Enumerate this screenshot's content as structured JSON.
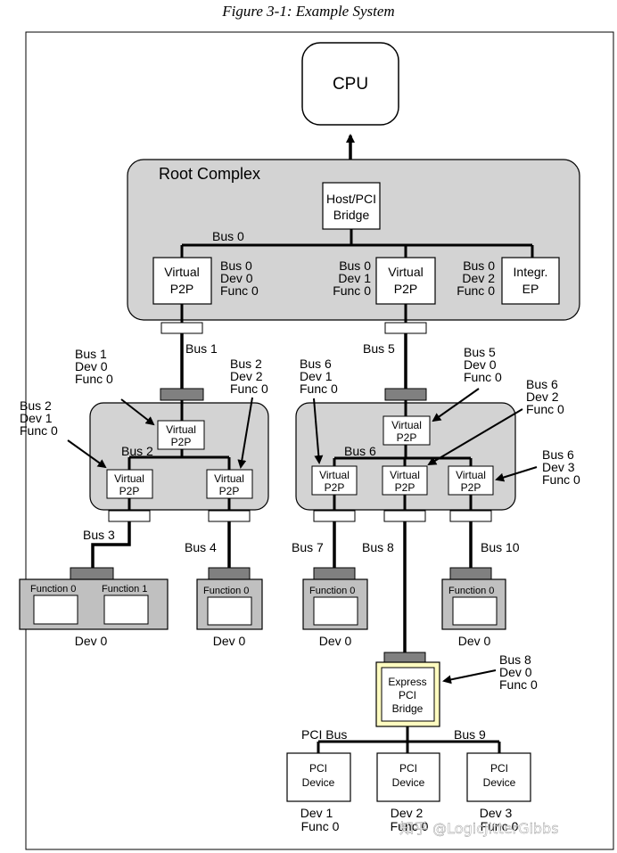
{
  "caption": "Figure 3-1: Example System",
  "cpu": "CPU",
  "root_complex": "Root Complex",
  "host_bridge": [
    "Host/PCI",
    "Bridge"
  ],
  "bus0": "Bus 0",
  "rc_p2p_left": {
    "label": [
      "Virtual",
      "P2P"
    ],
    "bdf": [
      "Bus 0",
      "Dev 0",
      "Func 0"
    ]
  },
  "rc_p2p_mid": {
    "label": [
      "Virtual",
      "P2P"
    ],
    "bdf": [
      "Bus 0",
      "Dev 1",
      "Func 0"
    ]
  },
  "rc_ep": {
    "label": [
      "Integr.",
      "EP"
    ],
    "bdf": [
      "Bus 0",
      "Dev 2",
      "Func 0"
    ]
  },
  "bus1": "Bus 1",
  "bus5": "Bus 5",
  "left_switch": {
    "upstream_bdf": [
      "Bus 1",
      "Dev 0",
      "Func 0"
    ],
    "down_left_bdf": [
      "Bus 2",
      "Dev 1",
      "Func 0"
    ],
    "down_right_bdf": [
      "Bus 2",
      "Dev 2",
      "Func 0"
    ],
    "internal_bus": "Bus 2",
    "p2p_label": [
      "Virtual",
      "P2P"
    ]
  },
  "right_switch": {
    "upstream_bdf": [
      "Bus 5",
      "Dev 0",
      "Func 0"
    ],
    "down1_bdf": [
      "Bus 6",
      "Dev 1",
      "Func 0"
    ],
    "down2_bdf": [
      "Bus 6",
      "Dev 2",
      "Func 0"
    ],
    "down3_bdf": [
      "Bus 6",
      "Dev 3",
      "Func 0"
    ],
    "internal_bus": "Bus 6",
    "p2p_label": [
      "Virtual",
      "P2P"
    ]
  },
  "buses": {
    "b3": "Bus 3",
    "b4": "Bus 4",
    "b7": "Bus 7",
    "b8": "Bus 8",
    "b10": "Bus 10"
  },
  "function0": "Function 0",
  "function1": "Function 1",
  "dev0": "Dev 0",
  "pcie_bridge": {
    "label": [
      "Express",
      "PCI",
      "Bridge"
    ],
    "bdf": [
      "Bus 8",
      "Dev 0",
      "Func 0"
    ]
  },
  "pci_bus": "PCI Bus",
  "bus9": "Bus 9",
  "pci_device": [
    "PCI",
    "Device"
  ],
  "pci_devices": [
    {
      "dev": "Dev 1",
      "func": "Func 0"
    },
    {
      "dev": "Dev 2",
      "func": "Func 0"
    },
    {
      "dev": "Dev 3",
      "func": "Func 0"
    }
  ],
  "watermark": "知乎 @LogicJitterGibbs"
}
